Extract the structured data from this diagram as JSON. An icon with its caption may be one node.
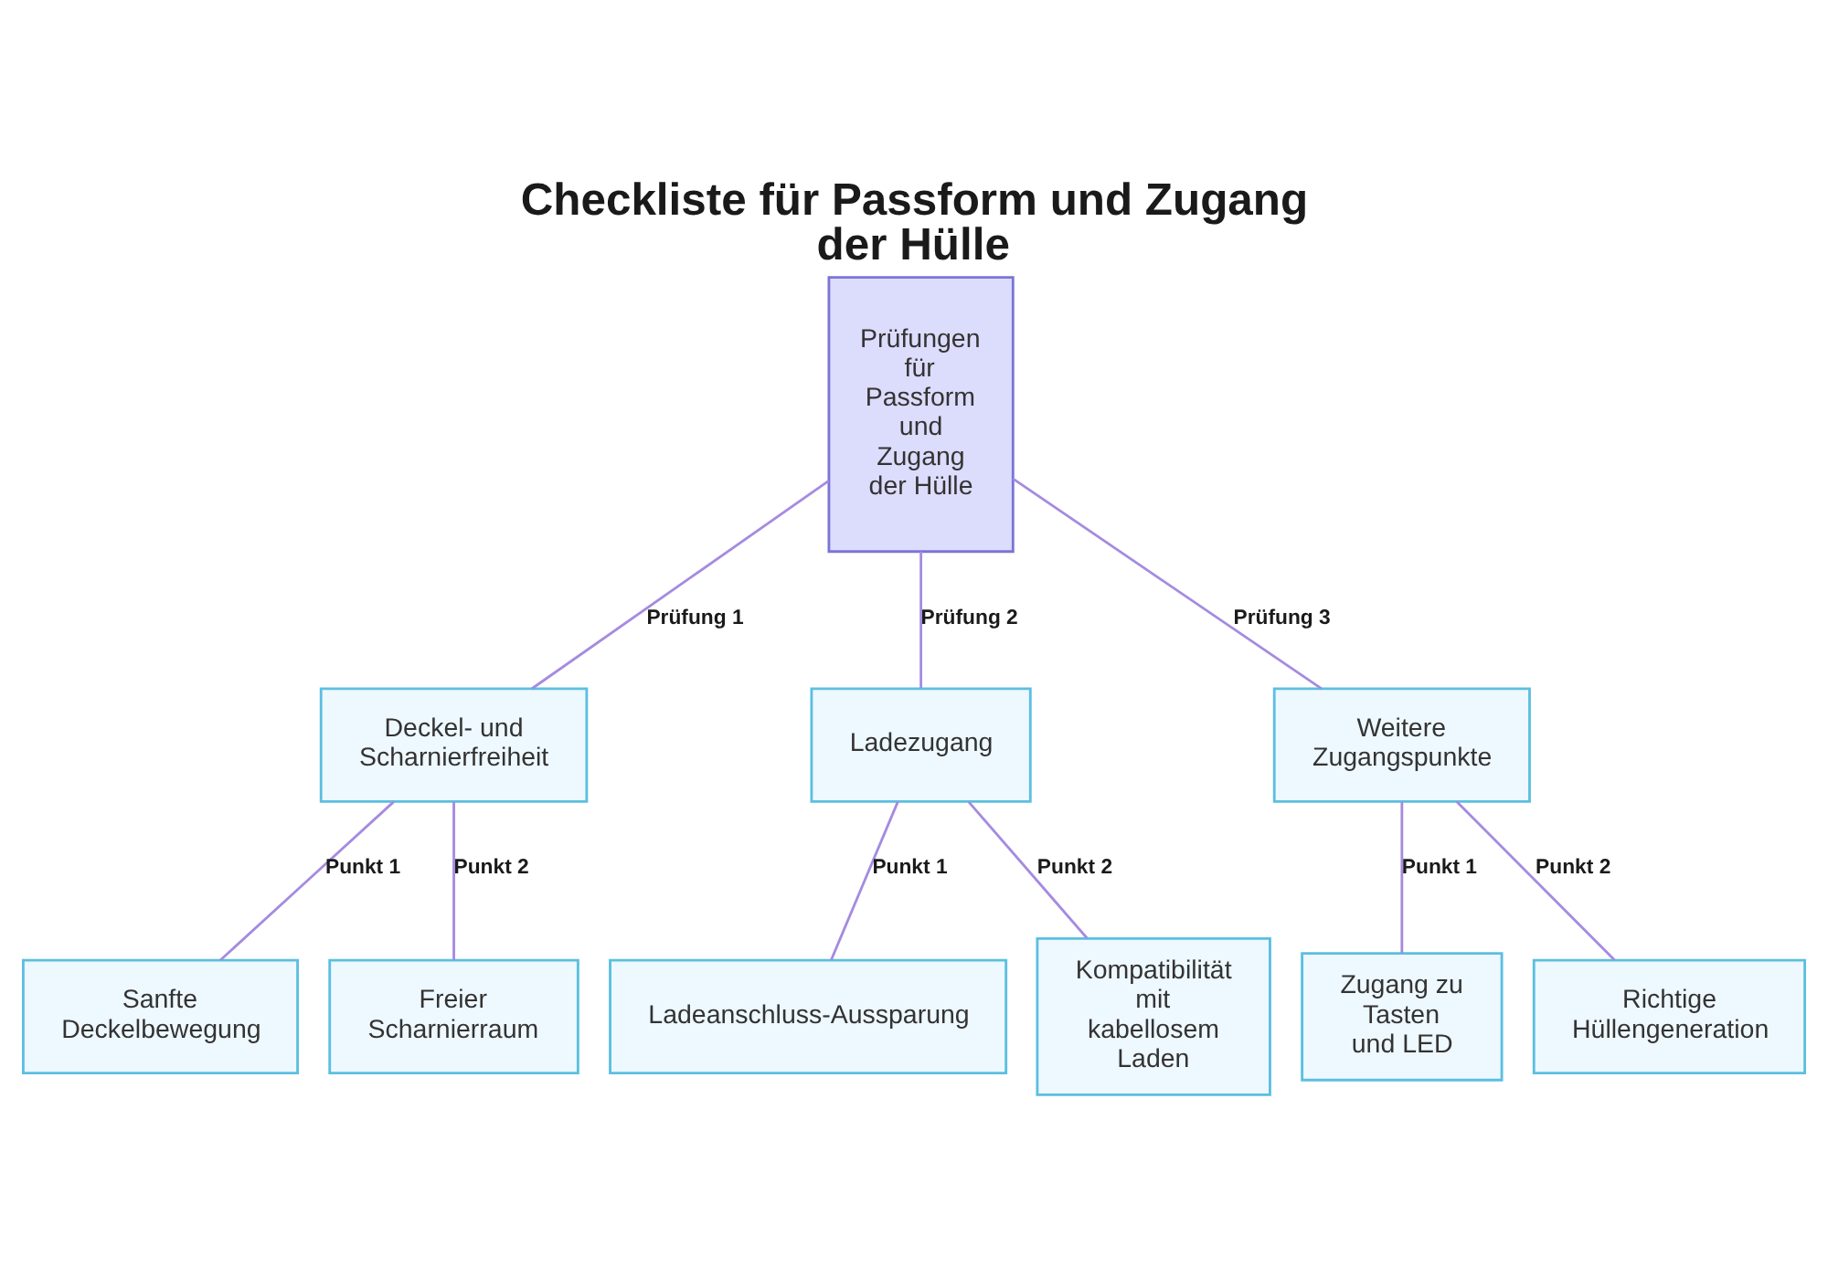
{
  "diagram": {
    "title": "Checkliste für Passform und Zugang der Hülle",
    "nodes": [
      {
        "text": [
          "Prüfungen für Passform und Zugang der Hülle"
        ]
      },
      {
        "text": [
          "Deckel- und Scharnierfreiheit"
        ]
      },
      {
        "text": [
          "Ladezugang"
        ]
      },
      {
        "text": [
          "Weitere Zugangspunkte"
        ]
      },
      {
        "text": [
          "Sanfte Deckelbewegung"
        ]
      },
      {
        "text": [
          "Freier Scharnierraum"
        ]
      },
      {
        "text": [
          "Ladeanschluss-Aussparung"
        ]
      },
      {
        "text": [
          "Kompatibilität mit kabellosem Laden"
        ]
      },
      {
        "text": [
          "Zugang zu Tasten und LED"
        ]
      },
      {
        "text": [
          "Richtige Hüllengeneration"
        ]
      }
    ],
    "edges": [
      {
        "from": 0,
        "to": 1,
        "arrow": "none",
        "label": "Prüfung 1"
      },
      {
        "from": 0,
        "to": 2,
        "arrow": "none",
        "label": "Prüfung 2"
      },
      {
        "from": 0,
        "to": 3,
        "arrow": "none",
        "label": "Prüfung 3"
      },
      {
        "from": 1,
        "to": 4,
        "arrow": "none",
        "label": "Punkt 1"
      },
      {
        "from": 1,
        "to": 5,
        "arrow": "none",
        "label": "Punkt 2"
      },
      {
        "from": 2,
        "to": 6,
        "arrow": "none",
        "label": "Punkt 1"
      },
      {
        "from": 2,
        "to": 7,
        "arrow": "none",
        "label": "Punkt 2"
      },
      {
        "from": 3,
        "to": 8,
        "arrow": "none",
        "label": "Punkt 1"
      },
      {
        "from": 3,
        "to": 9,
        "arrow": "none",
        "label": "Punkt 2"
      }
    ]
  }
}
